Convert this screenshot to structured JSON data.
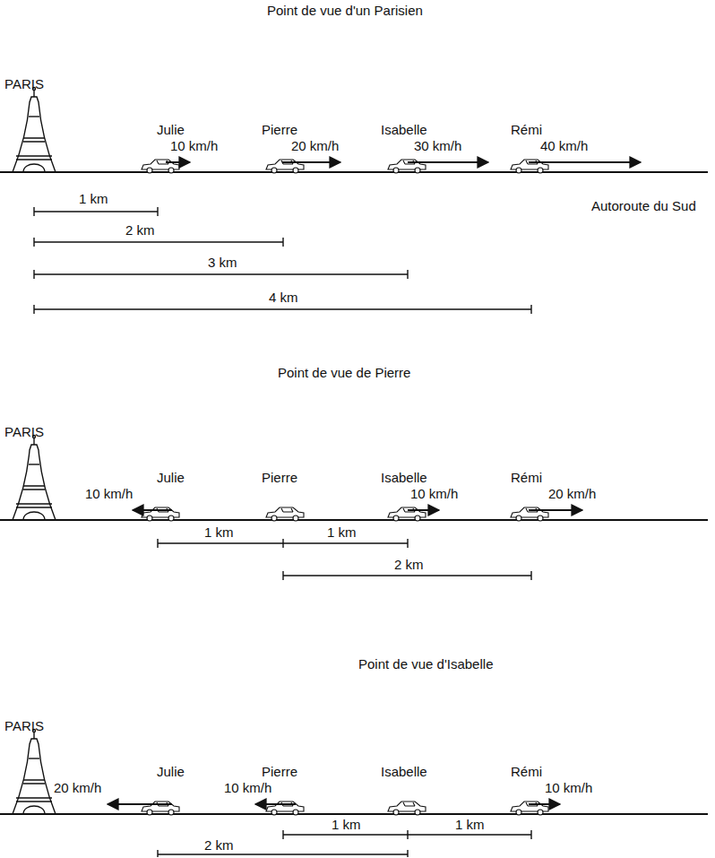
{
  "diagram": {
    "labels": [
      "Point de vue d'un Parisien",
      "PARIS",
      "Julie",
      "10 km/h",
      "Pierre",
      "20 km/h",
      "Isabelle",
      "30 km/h",
      "Rémi",
      "40 km/h",
      "1 km",
      "Autoroute du Sud",
      "2 km",
      "3 km",
      "4 km",
      "PARIS",
      "Point de vue de Pierre",
      "Julie",
      "Pierre",
      "Isabelle",
      "Rémi",
      "10 km/h",
      "10 km/h",
      "20 km/h",
      "1 km",
      "1 km",
      "2 km",
      "PARIS",
      "Point de vue d'Isabelle",
      "Julie",
      "Pierre",
      "Isabelle",
      "Rémi",
      "20 km/h",
      "10 km/h",
      "10 km/h",
      "1 km",
      "1 km",
      "2 km"
    ]
  }
}
